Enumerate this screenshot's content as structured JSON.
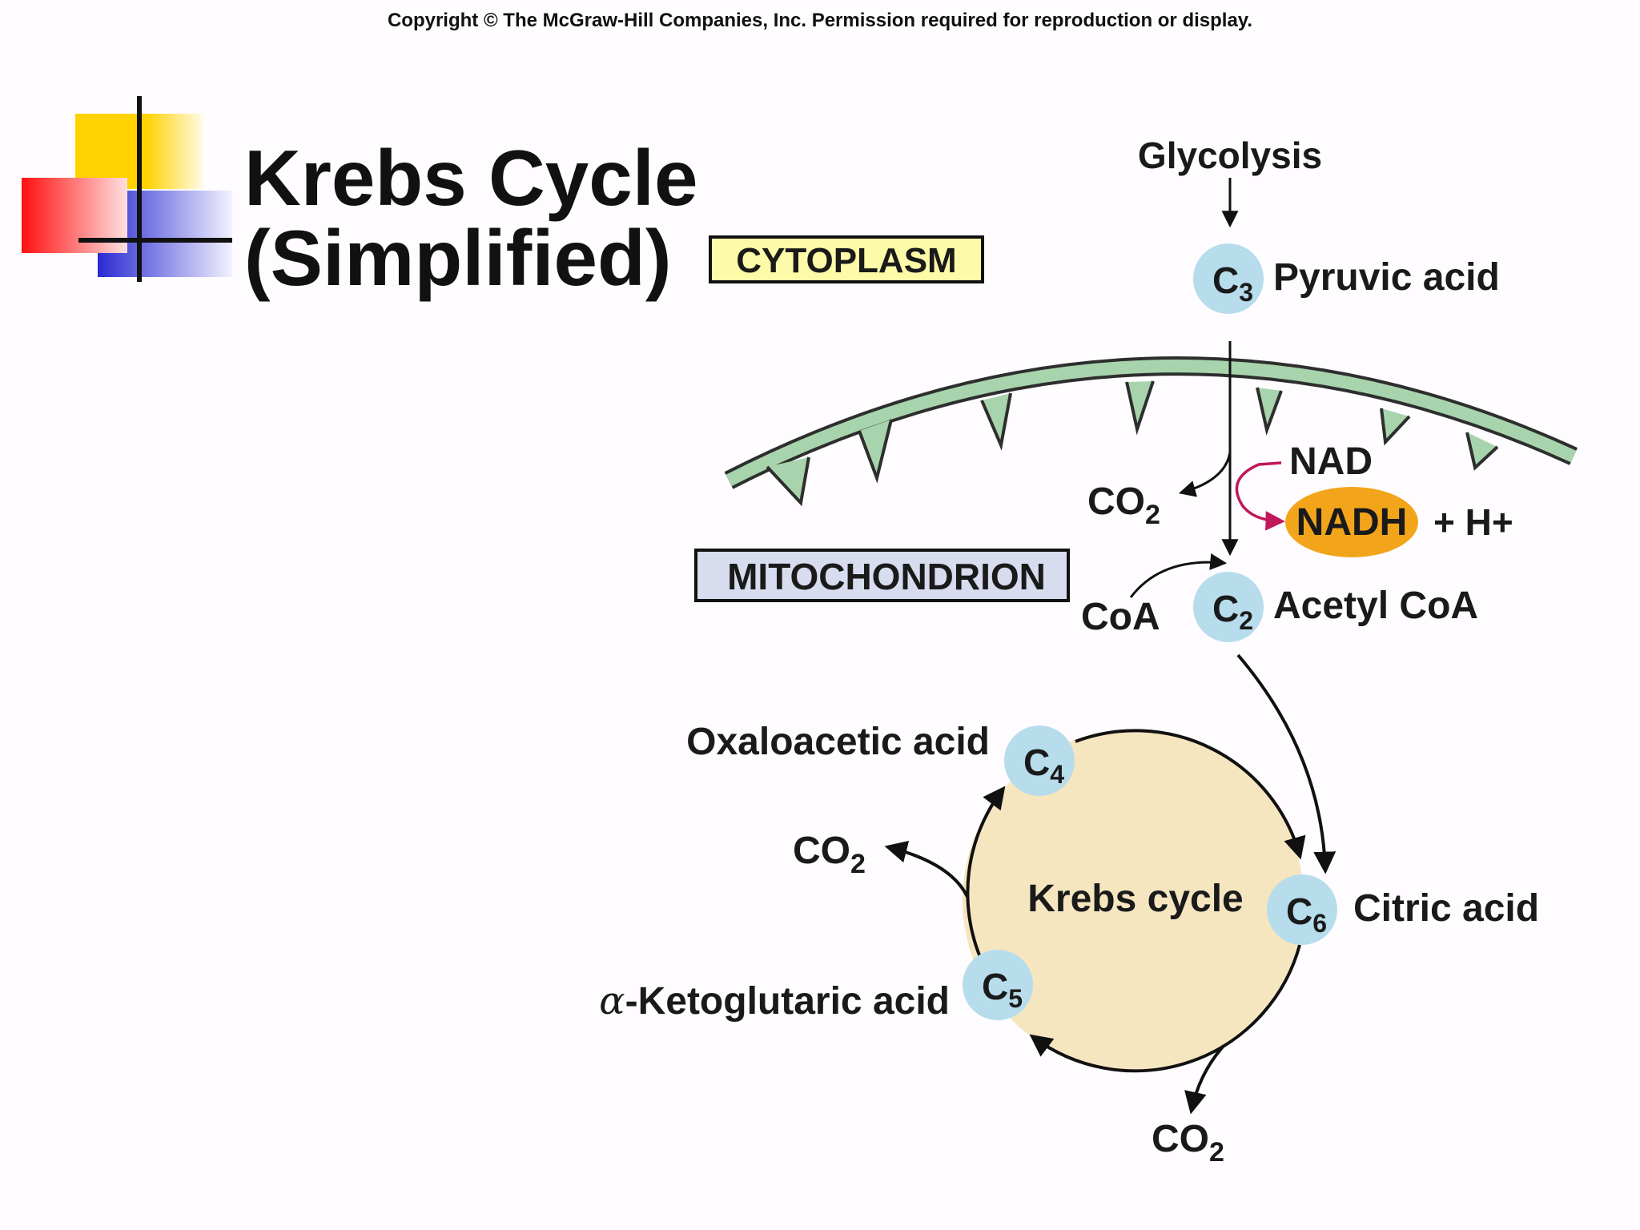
{
  "copyright": "Copyright © The McGraw-Hill Companies, Inc. Permission required for reproduction or display.",
  "title": {
    "line1": "Krebs Cycle",
    "line2": "(Simplified)"
  },
  "regions": {
    "cytoplasm": "CYTOPLASM",
    "mitochondrion": "MITOCHONDRION"
  },
  "pathway": {
    "glycolysis": "Glycolysis",
    "pyruvic": {
      "carbon": "C",
      "sub": "3",
      "name": "Pyruvic acid"
    },
    "co2_decarboxylation": {
      "base": "CO",
      "sub": "2"
    },
    "nad": "NAD",
    "nadh": "NADH",
    "hplus": "+ H+",
    "coa": "CoA",
    "acetyl": {
      "carbon": "C",
      "sub": "2",
      "name": "Acetyl CoA"
    }
  },
  "cycle": {
    "center_label": "Krebs cycle",
    "citric": {
      "carbon": "C",
      "sub": "6",
      "name": "Citric acid"
    },
    "oxaloacetic": {
      "carbon": "C",
      "sub": "4",
      "name": "Oxaloacetic acid"
    },
    "ketoglutaric": {
      "carbon": "C",
      "sub": "5",
      "prefix": "α",
      "name": "-Ketoglutaric acid"
    },
    "co2_left": {
      "base": "CO",
      "sub": "2"
    },
    "co2_bottom": {
      "base": "CO",
      "sub": "2"
    }
  },
  "colors": {
    "carbon_circle": "#b7dcec",
    "cycle_fill": "#f5e6c0",
    "membrane": "#a8d4ad",
    "nadh_fill": "#f2a51a",
    "cytoplasm_box": "#fdfaa8",
    "mitochondrion_box": "#d7dcee",
    "nad_arrow": "#c0185a"
  }
}
